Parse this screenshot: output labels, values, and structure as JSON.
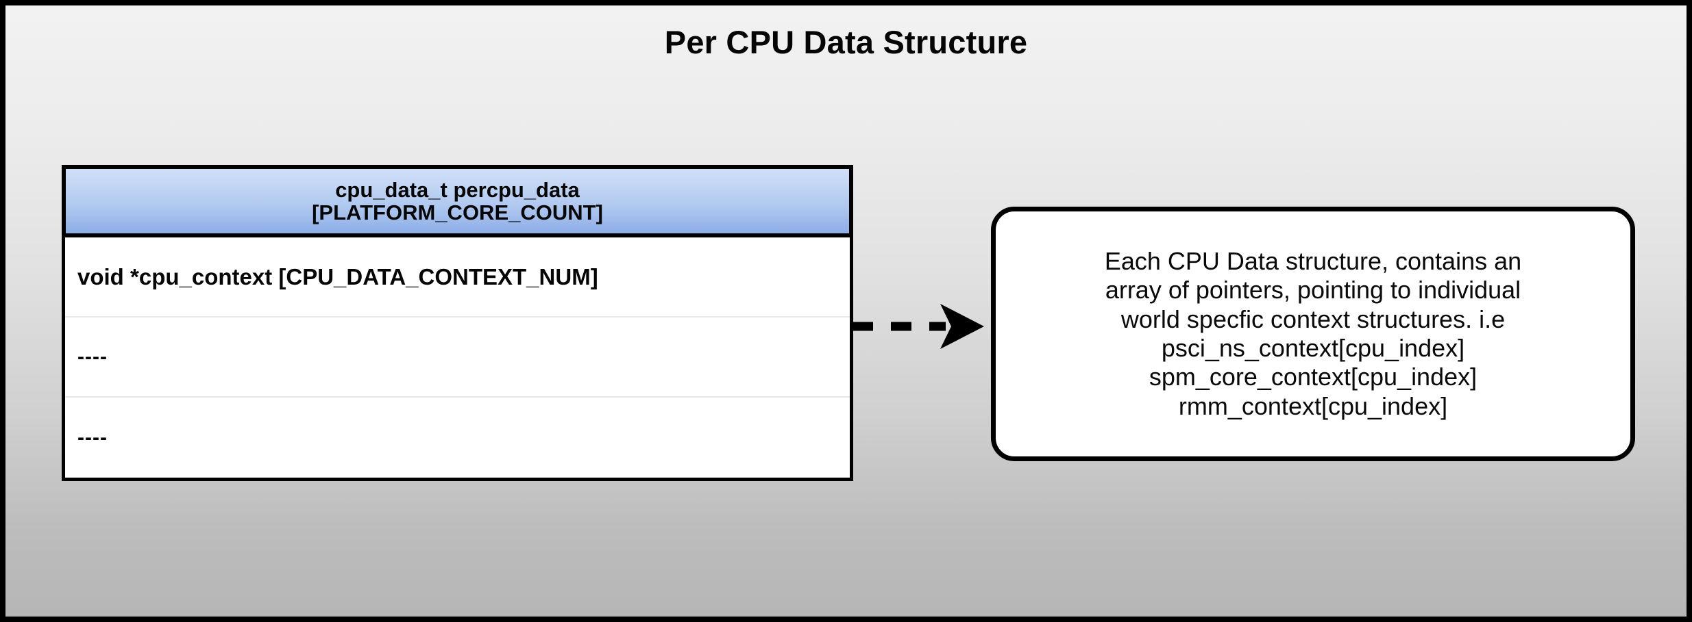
{
  "diagram": {
    "title": "Per CPU Data Structure",
    "colors": {
      "header_gradient_top": "#cfdff7",
      "header_gradient_bottom": "#8cade7",
      "border": "#000000",
      "body_background": "#ffffff",
      "canvas_gradient_top": "#f2f2f2",
      "canvas_gradient_bottom": "#b6b6b6",
      "row_divider": "#e9e9e9"
    },
    "struct_table": {
      "header_lines": [
        "cpu_data_t percpu_data",
        "[PLATFORM_CORE_COUNT]"
      ],
      "rows": [
        {
          "text": "void *cpu_context [CPU_DATA_CONTEXT_NUM]"
        },
        {
          "text": "----"
        },
        {
          "text": "----"
        }
      ]
    },
    "connector": {
      "style": "dashed",
      "direction": "right",
      "arrowhead": "filled-triangle",
      "icon": "dashed-arrow-icon"
    },
    "callout": {
      "lines": [
        "Each CPU Data structure, contains an",
        "array of pointers, pointing to individual",
        "world specfic context structures. i.e",
        "psci_ns_context[cpu_index]",
        "spm_core_context[cpu_index]",
        "rmm_context[cpu_index]"
      ]
    }
  }
}
